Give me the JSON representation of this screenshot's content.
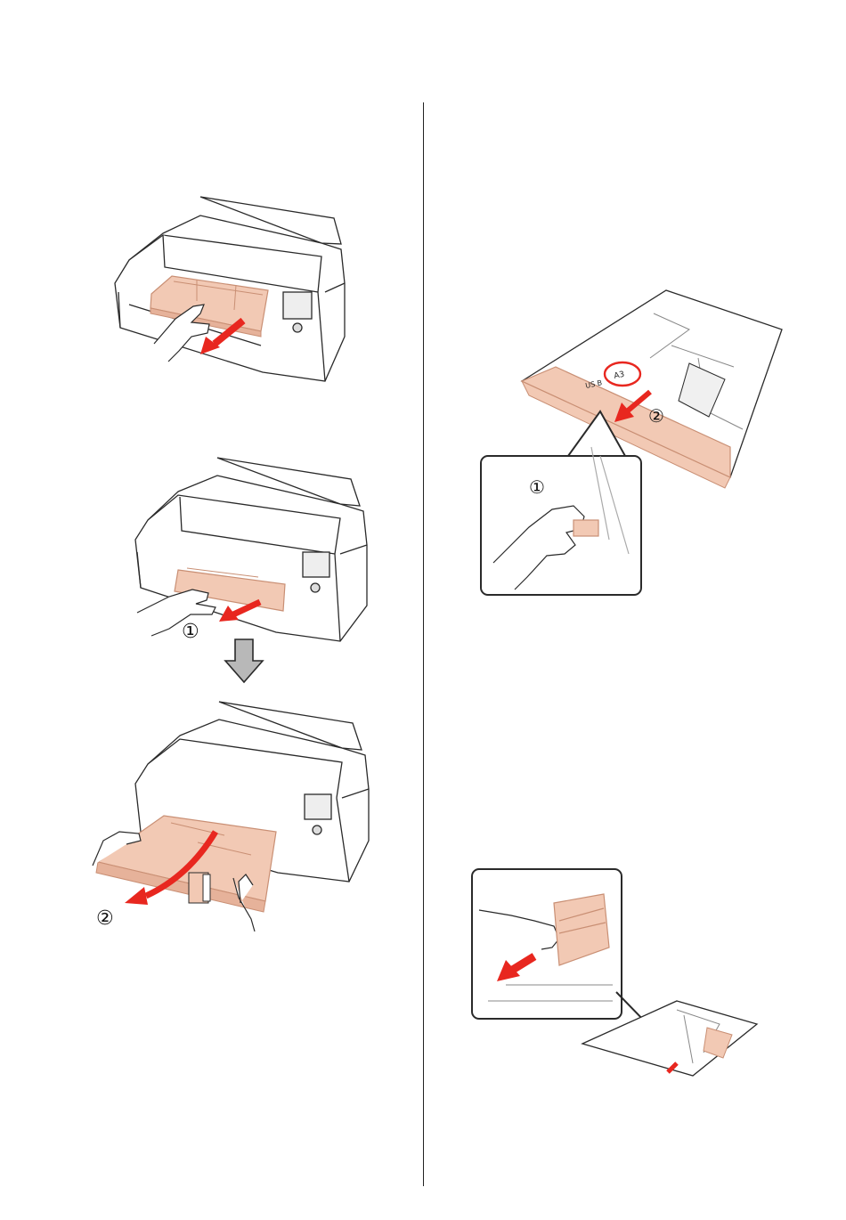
{
  "colors": {
    "tray": "#f2c9b4",
    "tray_edge": "#c98f74",
    "arrow": "#e8271f",
    "outline": "#2a2a2a",
    "printer_body": "#ffffff",
    "down_arrow": "#b8b8b8"
  },
  "figures": {
    "fig1": {
      "icons": [
        "printer-icon",
        "hand-icon",
        "arrow-icon"
      ]
    },
    "fig2": {
      "step_label": "①"
    },
    "fig3": {
      "step_label": "②"
    },
    "fig4": {
      "size_label": "A3",
      "size_label_2": "US B",
      "step1_label": "①",
      "step2_label": "②"
    },
    "fig5": {
      "icons": [
        "paper-cassette-icon",
        "hand-icon",
        "arrow-icon"
      ]
    }
  }
}
